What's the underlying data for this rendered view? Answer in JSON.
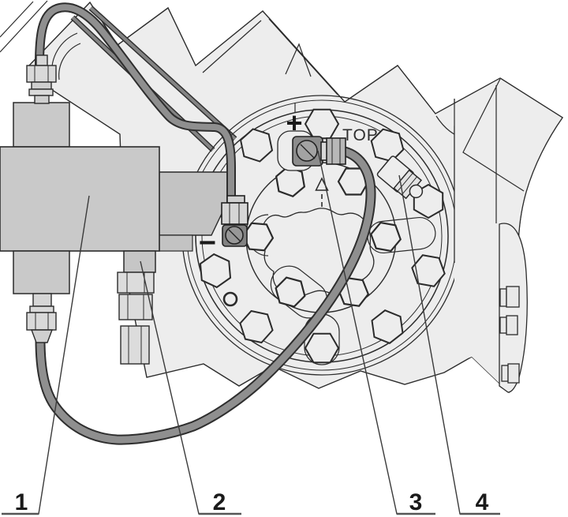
{
  "figure": {
    "kind": "technical-illustration",
    "description": "Hydraulic pump with mounting flange, compensator valve block, port fittings and gauge hoses",
    "background": "#ffffff",
    "outline_color": "#2b2b2b",
    "housing_fill": "#ededed",
    "block_fill": "#c9c9c9",
    "hose_color": "#8f8f8f",
    "fitting_dark_fill": "#8c8c8c"
  },
  "port_markings": {
    "plus": "+",
    "minus": "−",
    "orientation": "TOP"
  },
  "icons": {
    "orientation_arrow": "up-arrow"
  },
  "callouts": [
    {
      "number": "1"
    },
    {
      "number": "2"
    },
    {
      "number": "3"
    },
    {
      "number": "4"
    }
  ]
}
